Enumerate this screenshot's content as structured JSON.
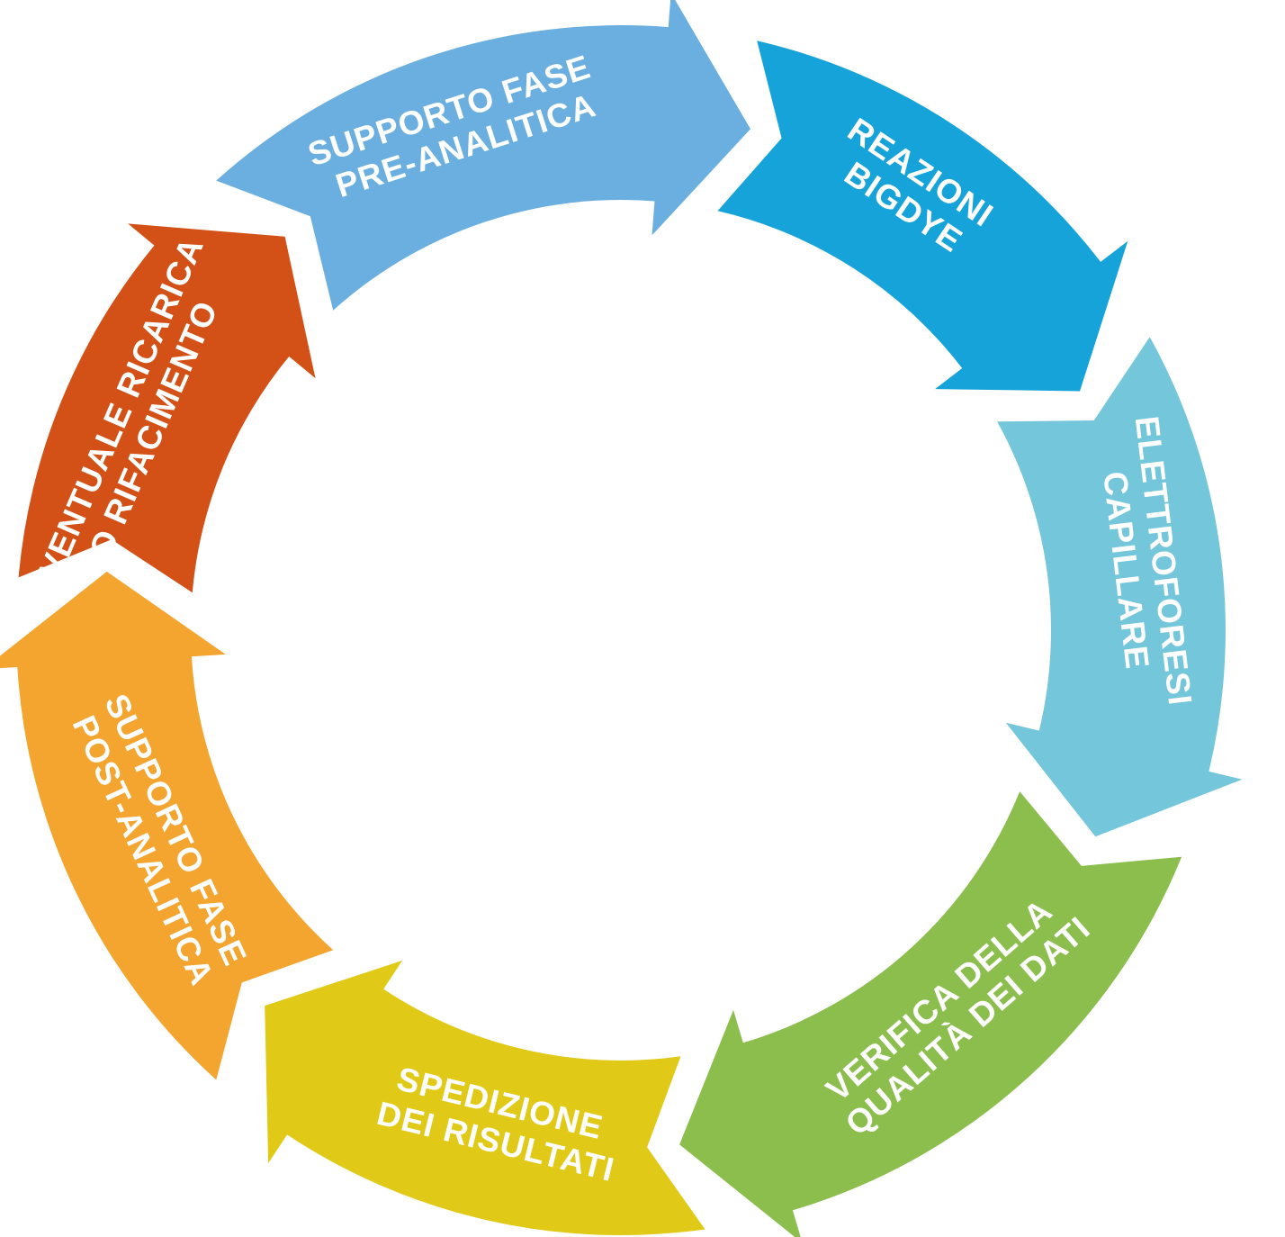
{
  "diagram": {
    "type": "circular-process-cycle",
    "direction": "clockwise",
    "steps": [
      {
        "id": "pre",
        "lines": [
          "SUPPORTO FASE",
          "PRE-ANALITICA"
        ],
        "color": "#6AAFE0"
      },
      {
        "id": "bigdye",
        "lines": [
          "REAZIONI",
          "BIGDYE"
        ],
        "color": "#16A3D9"
      },
      {
        "id": "elettroforesi",
        "lines": [
          "ELETTROFORESI",
          "CAPILLARE"
        ],
        "color": "#74C6DB"
      },
      {
        "id": "verifica",
        "lines": [
          "VERIFICA DELLA",
          "QUALITÀ DEI DATI"
        ],
        "color": "#8CBE4D"
      },
      {
        "id": "spedizione",
        "lines": [
          "SPEDIZIONE",
          "DEI RISULTATI"
        ],
        "color": "#E1CA17"
      },
      {
        "id": "post",
        "lines": [
          "SUPPORTO FASE",
          "POST-ANALITICA"
        ],
        "color": "#F3A52F"
      },
      {
        "id": "ricarica",
        "lines": [
          "EVENTUALE RICARICA",
          "O RIFACIMENTO"
        ],
        "color": "#D35017"
      }
    ]
  }
}
